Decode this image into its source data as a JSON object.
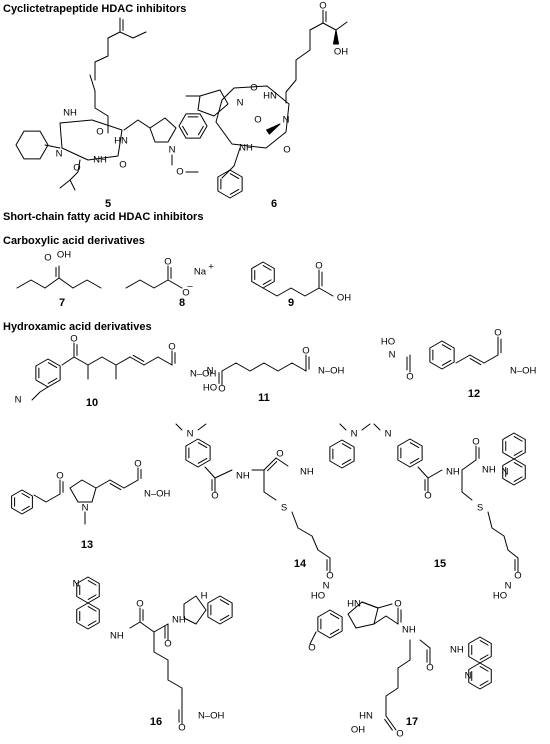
{
  "headings": {
    "cyclic": "Cyclictetrapeptide HDAC inhibitors",
    "short_chain": "Short-chain fatty acid HDAC inhibitors",
    "carboxylic": "Carboxylic acid derivatives",
    "hydroxamic": "Hydroxamic acid derivatives"
  },
  "compounds": [
    {
      "id": "5",
      "label": "5"
    },
    {
      "id": "6",
      "label": "6"
    },
    {
      "id": "7",
      "label": "7"
    },
    {
      "id": "8",
      "label": "8"
    },
    {
      "id": "9",
      "label": "9"
    },
    {
      "id": "10",
      "label": "10"
    },
    {
      "id": "11",
      "label": "11"
    },
    {
      "id": "12",
      "label": "12"
    },
    {
      "id": "13",
      "label": "13"
    },
    {
      "id": "14",
      "label": "14"
    },
    {
      "id": "15",
      "label": "15"
    },
    {
      "id": "16",
      "label": "16"
    },
    {
      "id": "17",
      "label": "17"
    }
  ],
  "atom_labels": {
    "O": "O",
    "OH": "OH",
    "N": "N",
    "NH": "NH",
    "HN": "HN",
    "H": "H",
    "NOH": "N–OH",
    "HO": "HO",
    "S": "S",
    "Na": "Na",
    "plus": "+",
    "minus": "–"
  }
}
